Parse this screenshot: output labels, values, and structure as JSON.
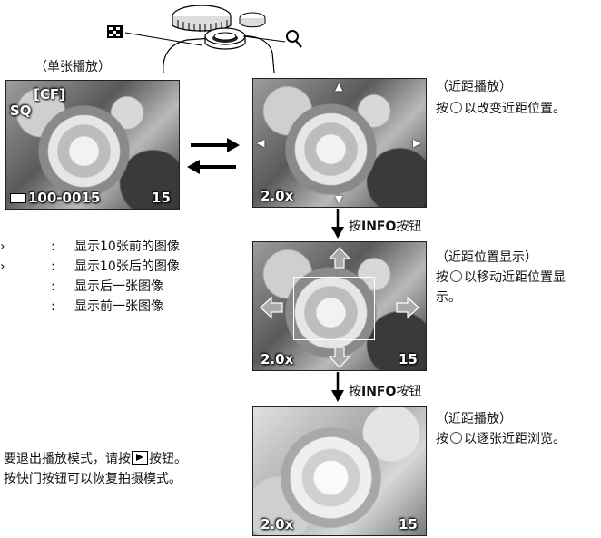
{
  "single": {
    "heading": "（单张播放）",
    "overlay_card": "[CF]",
    "overlay_quality": "SQ",
    "overlay_file": "100-0015",
    "overlay_count": "15"
  },
  "legend": [
    {
      "sep": ":",
      "text": "显示10张前的图像"
    },
    {
      "sep": ":",
      "text": "显示10张后的图像"
    },
    {
      "sep": ":",
      "text": "显示后一张图像"
    },
    {
      "sep": ":",
      "text": "显示前一张图像"
    }
  ],
  "exit_note": {
    "line1_prefix": "要退出播放模式，请按",
    "line1_suffix": "按钮。",
    "line2": "按快门按钮可以恢复拍摄模式。"
  },
  "zoom1": {
    "heading": "（近距播放）",
    "desc_prefix": "按",
    "desc_suffix": "以改变近距位置。",
    "overlay_zoom": "2.0x"
  },
  "step1": {
    "pre": "按",
    "key": "INFO",
    "post": "按钮"
  },
  "zoom2": {
    "heading": "（近距位置显示）",
    "desc_line1_prefix": "按",
    "desc_line1_suffix": "以移动近距位置显",
    "desc_line2": "示。",
    "overlay_zoom": "2.0x",
    "overlay_count": "15"
  },
  "step2": {
    "pre": "按",
    "key": "INFO",
    "post": "按钮"
  },
  "zoom3": {
    "heading": "（近距播放）",
    "desc_prefix": "按",
    "desc_suffix": "以逐张近距浏览。",
    "overlay_zoom": "2.0x",
    "overlay_count": "15"
  },
  "icons": {
    "dial_labels": [
      "index-grid-icon",
      "magnify-icon"
    ]
  }
}
